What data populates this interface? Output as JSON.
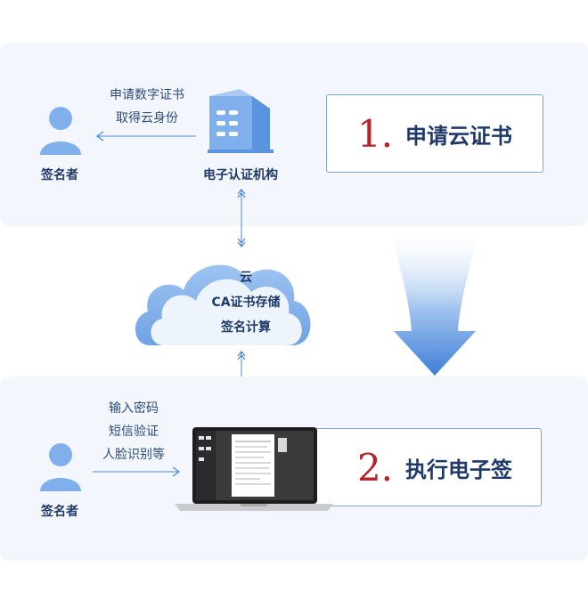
{
  "step1": {
    "number": "1.",
    "title": "申请云证书",
    "person_label": "签名者",
    "arrow_text_line1": "申请数字证书",
    "arrow_text_line2": "取得云身份",
    "authority_label": "电子认证机构"
  },
  "cloud": {
    "line1": "云",
    "line2": "CA证书存储",
    "line3": "签名计算"
  },
  "step2": {
    "number": "2.",
    "title": "执行电子签",
    "person_label": "签名者",
    "arrow_text_line1": "输入密码",
    "arrow_text_line2": "短信验证",
    "arrow_text_line3": "人脸识别等"
  },
  "colors": {
    "accent_blue": "#4a86d9",
    "icon_blue": "#7fb0ec",
    "number_red": "#b5222a",
    "panel_bg": "#f3f7fd",
    "text_navy": "#1f3a68"
  }
}
